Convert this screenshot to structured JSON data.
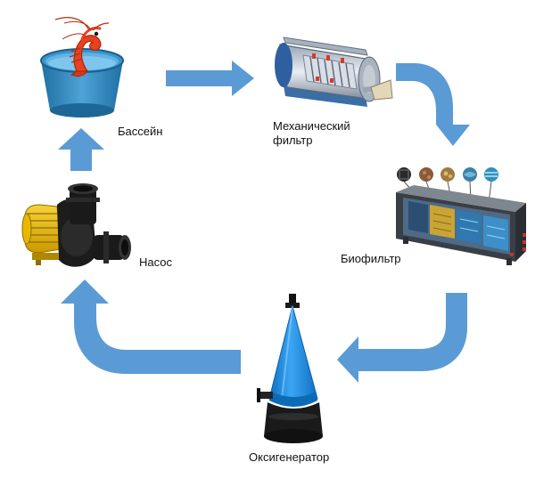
{
  "colors": {
    "arrow": "#5b9bd5",
    "tank": "#2f7fb5",
    "tank_light": "#4fa3d6",
    "shrimp": "#e8411f",
    "pump_body": "#f2c100",
    "oxygen_cone": "#1e8fe0",
    "biofilter_body": "#3a3f46"
  },
  "nodes": {
    "pool": {
      "label": "Бассейн",
      "icon": "round-tank-with-shrimp"
    },
    "mechanical_filter": {
      "label": "Механический\nфильтр",
      "icon": "drum-filter"
    },
    "biofilter": {
      "label": "Биофильтр",
      "icon": "biofilter-tank"
    },
    "oxygenator": {
      "label": "Оксигенератор",
      "icon": "oxygen-cone"
    },
    "pump": {
      "label": "Насос",
      "icon": "water-pump"
    }
  },
  "flow": [
    {
      "from": "pool",
      "to": "mechanical_filter"
    },
    {
      "from": "mechanical_filter",
      "to": "biofilter"
    },
    {
      "from": "biofilter",
      "to": "oxygenator"
    },
    {
      "from": "oxygenator",
      "to": "pump"
    },
    {
      "from": "pump",
      "to": "pool"
    }
  ]
}
